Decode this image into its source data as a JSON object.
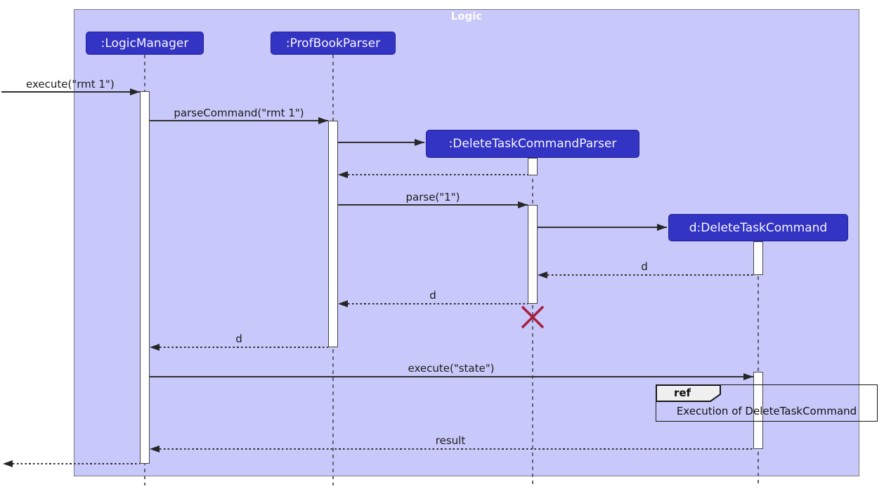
{
  "diagram": {
    "title": "Logic",
    "participants": [
      {
        "name": "LogicManager",
        "label": ":LogicManager"
      },
      {
        "name": "ProfBookParser",
        "label": ":ProfBookParser"
      },
      {
        "name": "DeleteTaskCommandParser",
        "label": ":DeleteTaskCommandParser"
      },
      {
        "name": "DeleteTaskCommand",
        "label": "d:DeleteTaskCommand"
      }
    ],
    "messages": [
      {
        "label": "execute(\"rmt 1\")",
        "type": "solid",
        "from": "external",
        "to": "LogicManager"
      },
      {
        "label": "parseCommand(\"rmt 1\")",
        "type": "solid",
        "from": "LogicManager",
        "to": "ProfBookParser"
      },
      {
        "label": "",
        "type": "solid-create",
        "from": "ProfBookParser",
        "to": "DeleteTaskCommandParser"
      },
      {
        "label": "",
        "type": "dotted-return",
        "from": "DeleteTaskCommandParser",
        "to": "ProfBookParser"
      },
      {
        "label": "parse(\"1\")",
        "type": "solid",
        "from": "ProfBookParser",
        "to": "DeleteTaskCommandParser"
      },
      {
        "label": "",
        "type": "solid-create",
        "from": "DeleteTaskCommandParser",
        "to": "DeleteTaskCommand"
      },
      {
        "label": "d",
        "type": "dotted-return",
        "from": "DeleteTaskCommand",
        "to": "DeleteTaskCommandParser"
      },
      {
        "label": "d",
        "type": "dotted-return",
        "from": "DeleteTaskCommandParser",
        "to": "ProfBookParser"
      },
      {
        "label": "d",
        "type": "dotted-return",
        "from": "ProfBookParser",
        "to": "LogicManager"
      },
      {
        "label": "execute(\"state\")",
        "type": "solid",
        "from": "LogicManager",
        "to": "DeleteTaskCommand"
      },
      {
        "label": "result",
        "type": "dotted-return",
        "from": "DeleteTaskCommand",
        "to": "LogicManager"
      },
      {
        "label": "",
        "type": "dotted-return",
        "from": "LogicManager",
        "to": "external"
      }
    ],
    "ref_fragment": {
      "keyword": "ref",
      "label": "Execution of DeleteTaskCommand"
    },
    "destroy_marker": {
      "on": "DeleteTaskCommandParser"
    },
    "colors": {
      "background": "#FFFFFF",
      "frame_fill": "#C8C8FA",
      "frame_border": "#7B7B7B",
      "participant_fill": "#3333C4",
      "participant_border": "#222296",
      "participant_text": "#F8F8FF",
      "lifeline": "#62627A",
      "activation_fill": "#FFFFFF",
      "activation_border": "#454545",
      "arrow": "#2F2F2F",
      "destroy_x": "#A81F3E",
      "ref_tab_fill": "#EFEFEF",
      "ref_border": "#161616"
    }
  }
}
